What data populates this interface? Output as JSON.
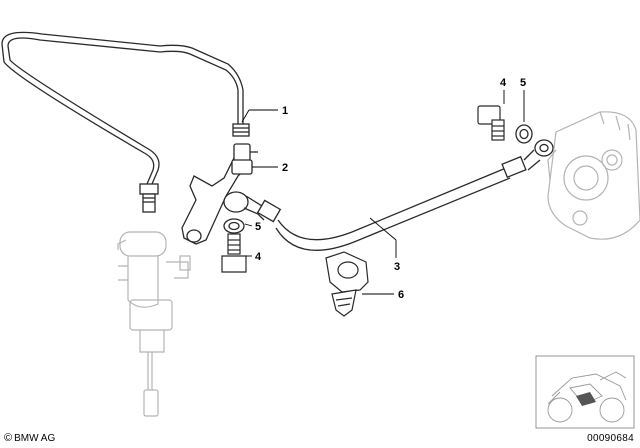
{
  "diagram": {
    "callouts": {
      "c1": "1",
      "c2": "2",
      "c3": "3",
      "c4a": "4",
      "c5a": "5",
      "c5b": "5",
      "c4b": "4",
      "c6": "6"
    }
  },
  "footer": {
    "copyright_symbol": "©",
    "copyright_text": "BMW AG",
    "diagram_id": "00090684"
  }
}
